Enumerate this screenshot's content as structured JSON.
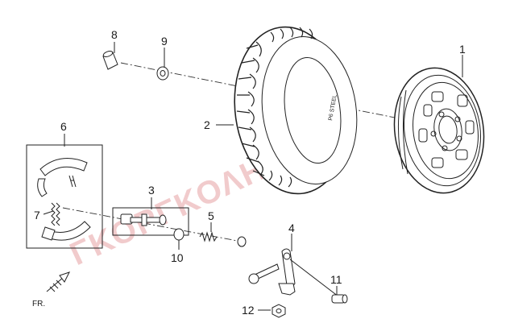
{
  "callouts": {
    "c1": "1",
    "c2": "2",
    "c3": "3",
    "c4": "4",
    "c5": "5",
    "c6": "6",
    "c7": "7",
    "c8": "8",
    "c9": "9",
    "c10": "10",
    "c11": "11",
    "c12": "12"
  },
  "direction_label": "FR.",
  "watermark": "ΓΚΟΡΓΚΟΛΗΣ",
  "colors": {
    "watermark": "#e7a1a4",
    "line": "#222222",
    "background": "#ffffff"
  }
}
